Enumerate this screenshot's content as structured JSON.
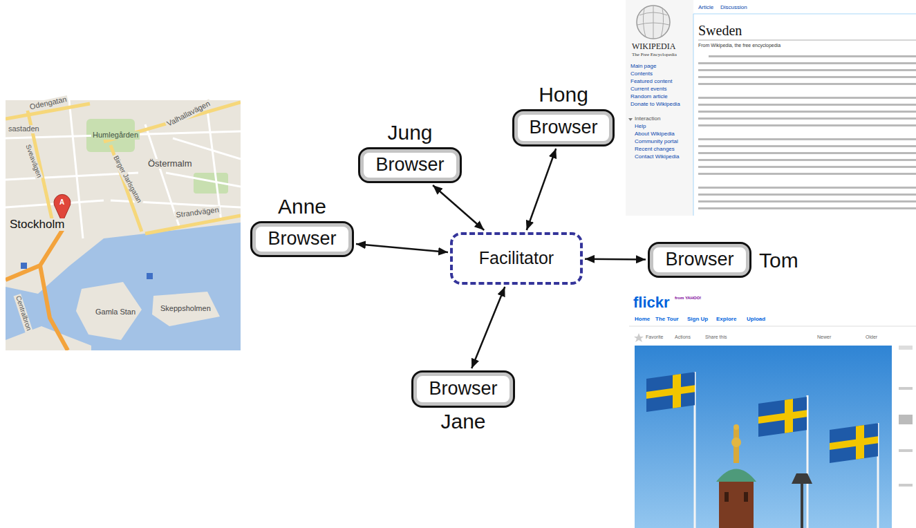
{
  "diagram": {
    "nodes": [
      {
        "text": [
          "Jung",
          "Browser"
        ]
      },
      {
        "text": [
          "Hong",
          "Browser"
        ]
      },
      {
        "text": [
          "Anne",
          "Browser"
        ]
      },
      {
        "text": [
          "Facilitator"
        ]
      },
      {
        "text": [
          "Browser",
          "Tom"
        ]
      },
      {
        "text": [
          "Browser",
          "Jane"
        ]
      }
    ],
    "edges": [
      {
        "from": 2,
        "to": 3,
        "arrow": "both"
      },
      {
        "from": 0,
        "to": 3,
        "arrow": "both"
      },
      {
        "from": 1,
        "to": 3,
        "arrow": "both"
      },
      {
        "from": 4,
        "to": 3,
        "arrow": "both"
      },
      {
        "from": 5,
        "to": 3,
        "arrow": "both"
      }
    ],
    "labels": [
      "Odengatan",
      "sastaden",
      "Valhallavägen",
      "Humlegården",
      "Östermalm",
      "Sveavägen",
      "Birger Jarlsgatan",
      "Stockholm",
      "A",
      "Strandvägen",
      "Centralbron",
      "Gamla Stan",
      "Skeppsholmen",
      "WIKIPEDIA",
      "The Free Encyclopedia",
      "Article",
      "Discussion",
      "Sweden",
      "From Wikipedia, the free encyclopedia",
      "Main page",
      "Contents",
      "Featured content",
      "Current events",
      "Random article",
      "Donate to Wikipedia",
      "Interaction",
      "Help",
      "About Wikipedia",
      "Community portal",
      "Recent changes",
      "Contact Wikipedia",
      "flickr",
      "from YAHOO!",
      "Home",
      "The Tour",
      "Sign Up",
      "Explore",
      "Upload",
      "Favorite",
      "Actions",
      "Share this",
      "Newer",
      "Older"
    ]
  }
}
